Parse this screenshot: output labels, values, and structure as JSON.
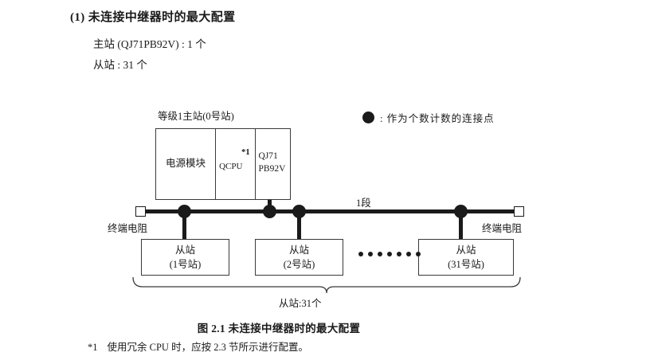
{
  "section": {
    "number": "(1)",
    "title": "未连接中继器时的最大配置",
    "spec_master": "主站 (QJ71PB92V) : 1 个",
    "spec_slave": "从站 : 31 个"
  },
  "legend": {
    "symbol_name": "filled-circle-marker",
    "text": ": 作为个数计数的连接点"
  },
  "diagram": {
    "master_rack": {
      "label": "等级1主站(0号站)",
      "cells": [
        {
          "name": "power-module",
          "text": "电源模块"
        },
        {
          "name": "qcpu",
          "text": "QCPU",
          "footnote_mark": "*1"
        },
        {
          "name": "network-module",
          "text": "QJ71\nPB92V",
          "line1": "QJ71",
          "line2": "PB92V"
        }
      ]
    },
    "bus": {
      "segment_label": "1段",
      "terminator_left": "终端电阻",
      "terminator_right": "终端电阻",
      "node_marker": "filled-circle-marker",
      "node_count": 4
    },
    "slaves": [
      {
        "title": "从站",
        "station": "(1号站)"
      },
      {
        "title": "从站",
        "station": "(2号站)"
      },
      {
        "title": "从站",
        "station": "(31号站)"
      }
    ],
    "ellipsis_dots": 7,
    "brace_label": "从站:31个"
  },
  "caption": "图 2.1  未连接中继器时的最大配置",
  "footnote": {
    "mark": "*1",
    "text": "使用冗余 CPU 时，应按 2.3 节所示进行配置。"
  },
  "colors": {
    "ink": "#1a1a1a",
    "line": "#3a3a3a",
    "marker": "#1b1b1b"
  }
}
